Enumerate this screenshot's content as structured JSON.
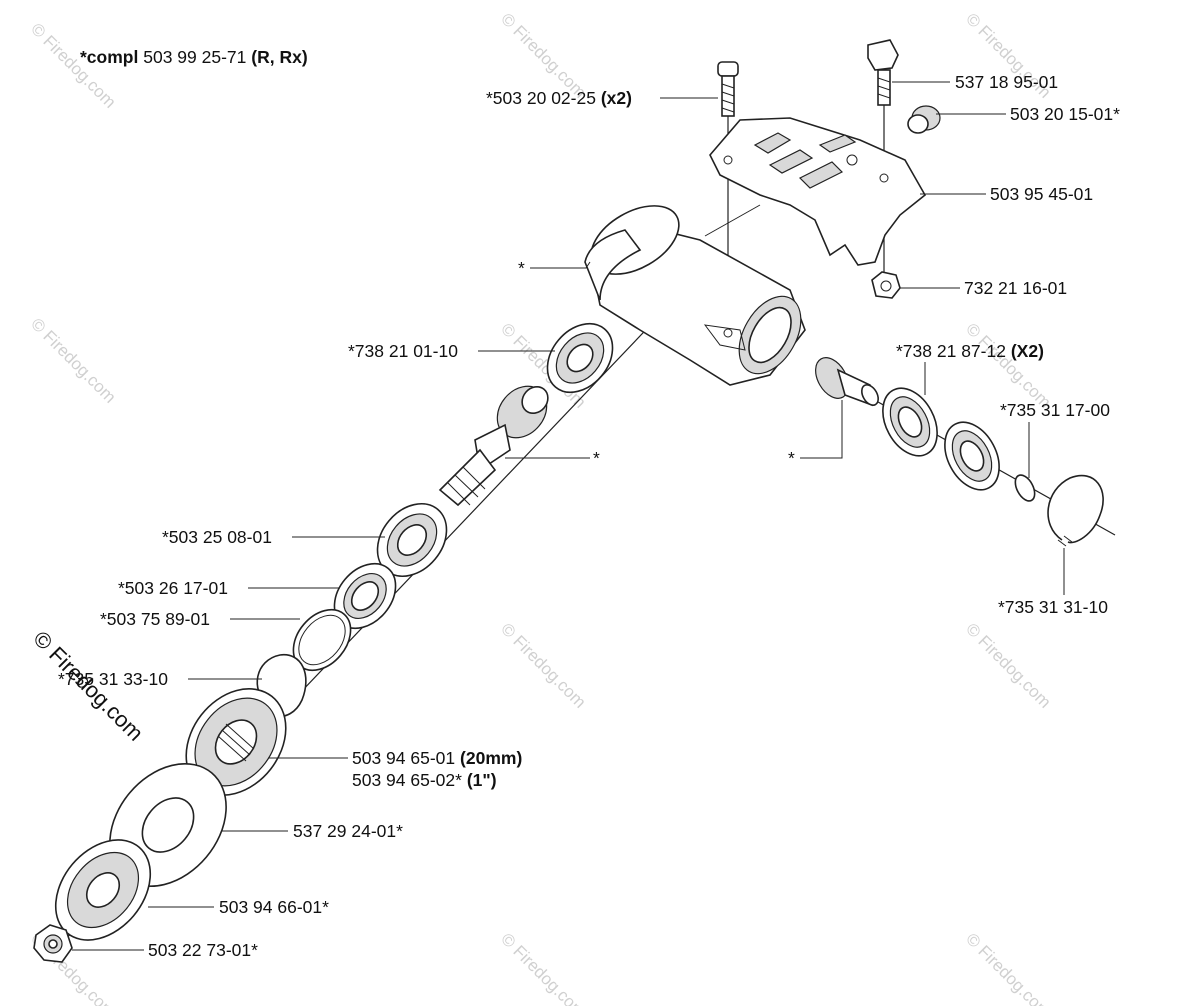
{
  "watermark": {
    "text": "© Firedog.com"
  },
  "labels": {
    "compl": {
      "prefix": "*compl",
      "number": "503 99 25-71",
      "suffix": "(R, Rx)"
    },
    "l_50320025": {
      "number": "*503 20 02-25",
      "suffix": "(x2)"
    },
    "l_53718950": {
      "number": "537 18 95-01"
    },
    "l_50320150": {
      "number": "503 20 15-01*"
    },
    "l_50395450": {
      "number": "503 95 45-01"
    },
    "l_star_housing": {
      "number": "*"
    },
    "l_73221160": {
      "number": "732 21 16-01"
    },
    "l_73821010": {
      "number": "*738 21 01-10"
    },
    "l_73821870": {
      "number": "*738 21 87-12",
      "suffix": "(X2)"
    },
    "l_73531170": {
      "number": "*735 31 17-00"
    },
    "l_star_shaft": {
      "number": "*"
    },
    "l_star_pinion": {
      "number": "*"
    },
    "l_50325080": {
      "number": "*503 25 08-01"
    },
    "l_50326170": {
      "number": "*503 26 17-01"
    },
    "l_50375890": {
      "number": "*503 75 89-01"
    },
    "l_73531311": {
      "number": "*735 31 31-10"
    },
    "l_73531331": {
      "number": "*735 31 33-10"
    },
    "l_50394651": {
      "number": "503 94 65-01",
      "suffix": "(20mm)"
    },
    "l_50394652": {
      "number": "503 94 65-02*",
      "suffix": "(1\")"
    },
    "l_53729240": {
      "number": "537 29 24-01*"
    },
    "l_50394660": {
      "number": "503 94 66-01*"
    },
    "l_50322730": {
      "number": "503 22 73-01*"
    }
  }
}
